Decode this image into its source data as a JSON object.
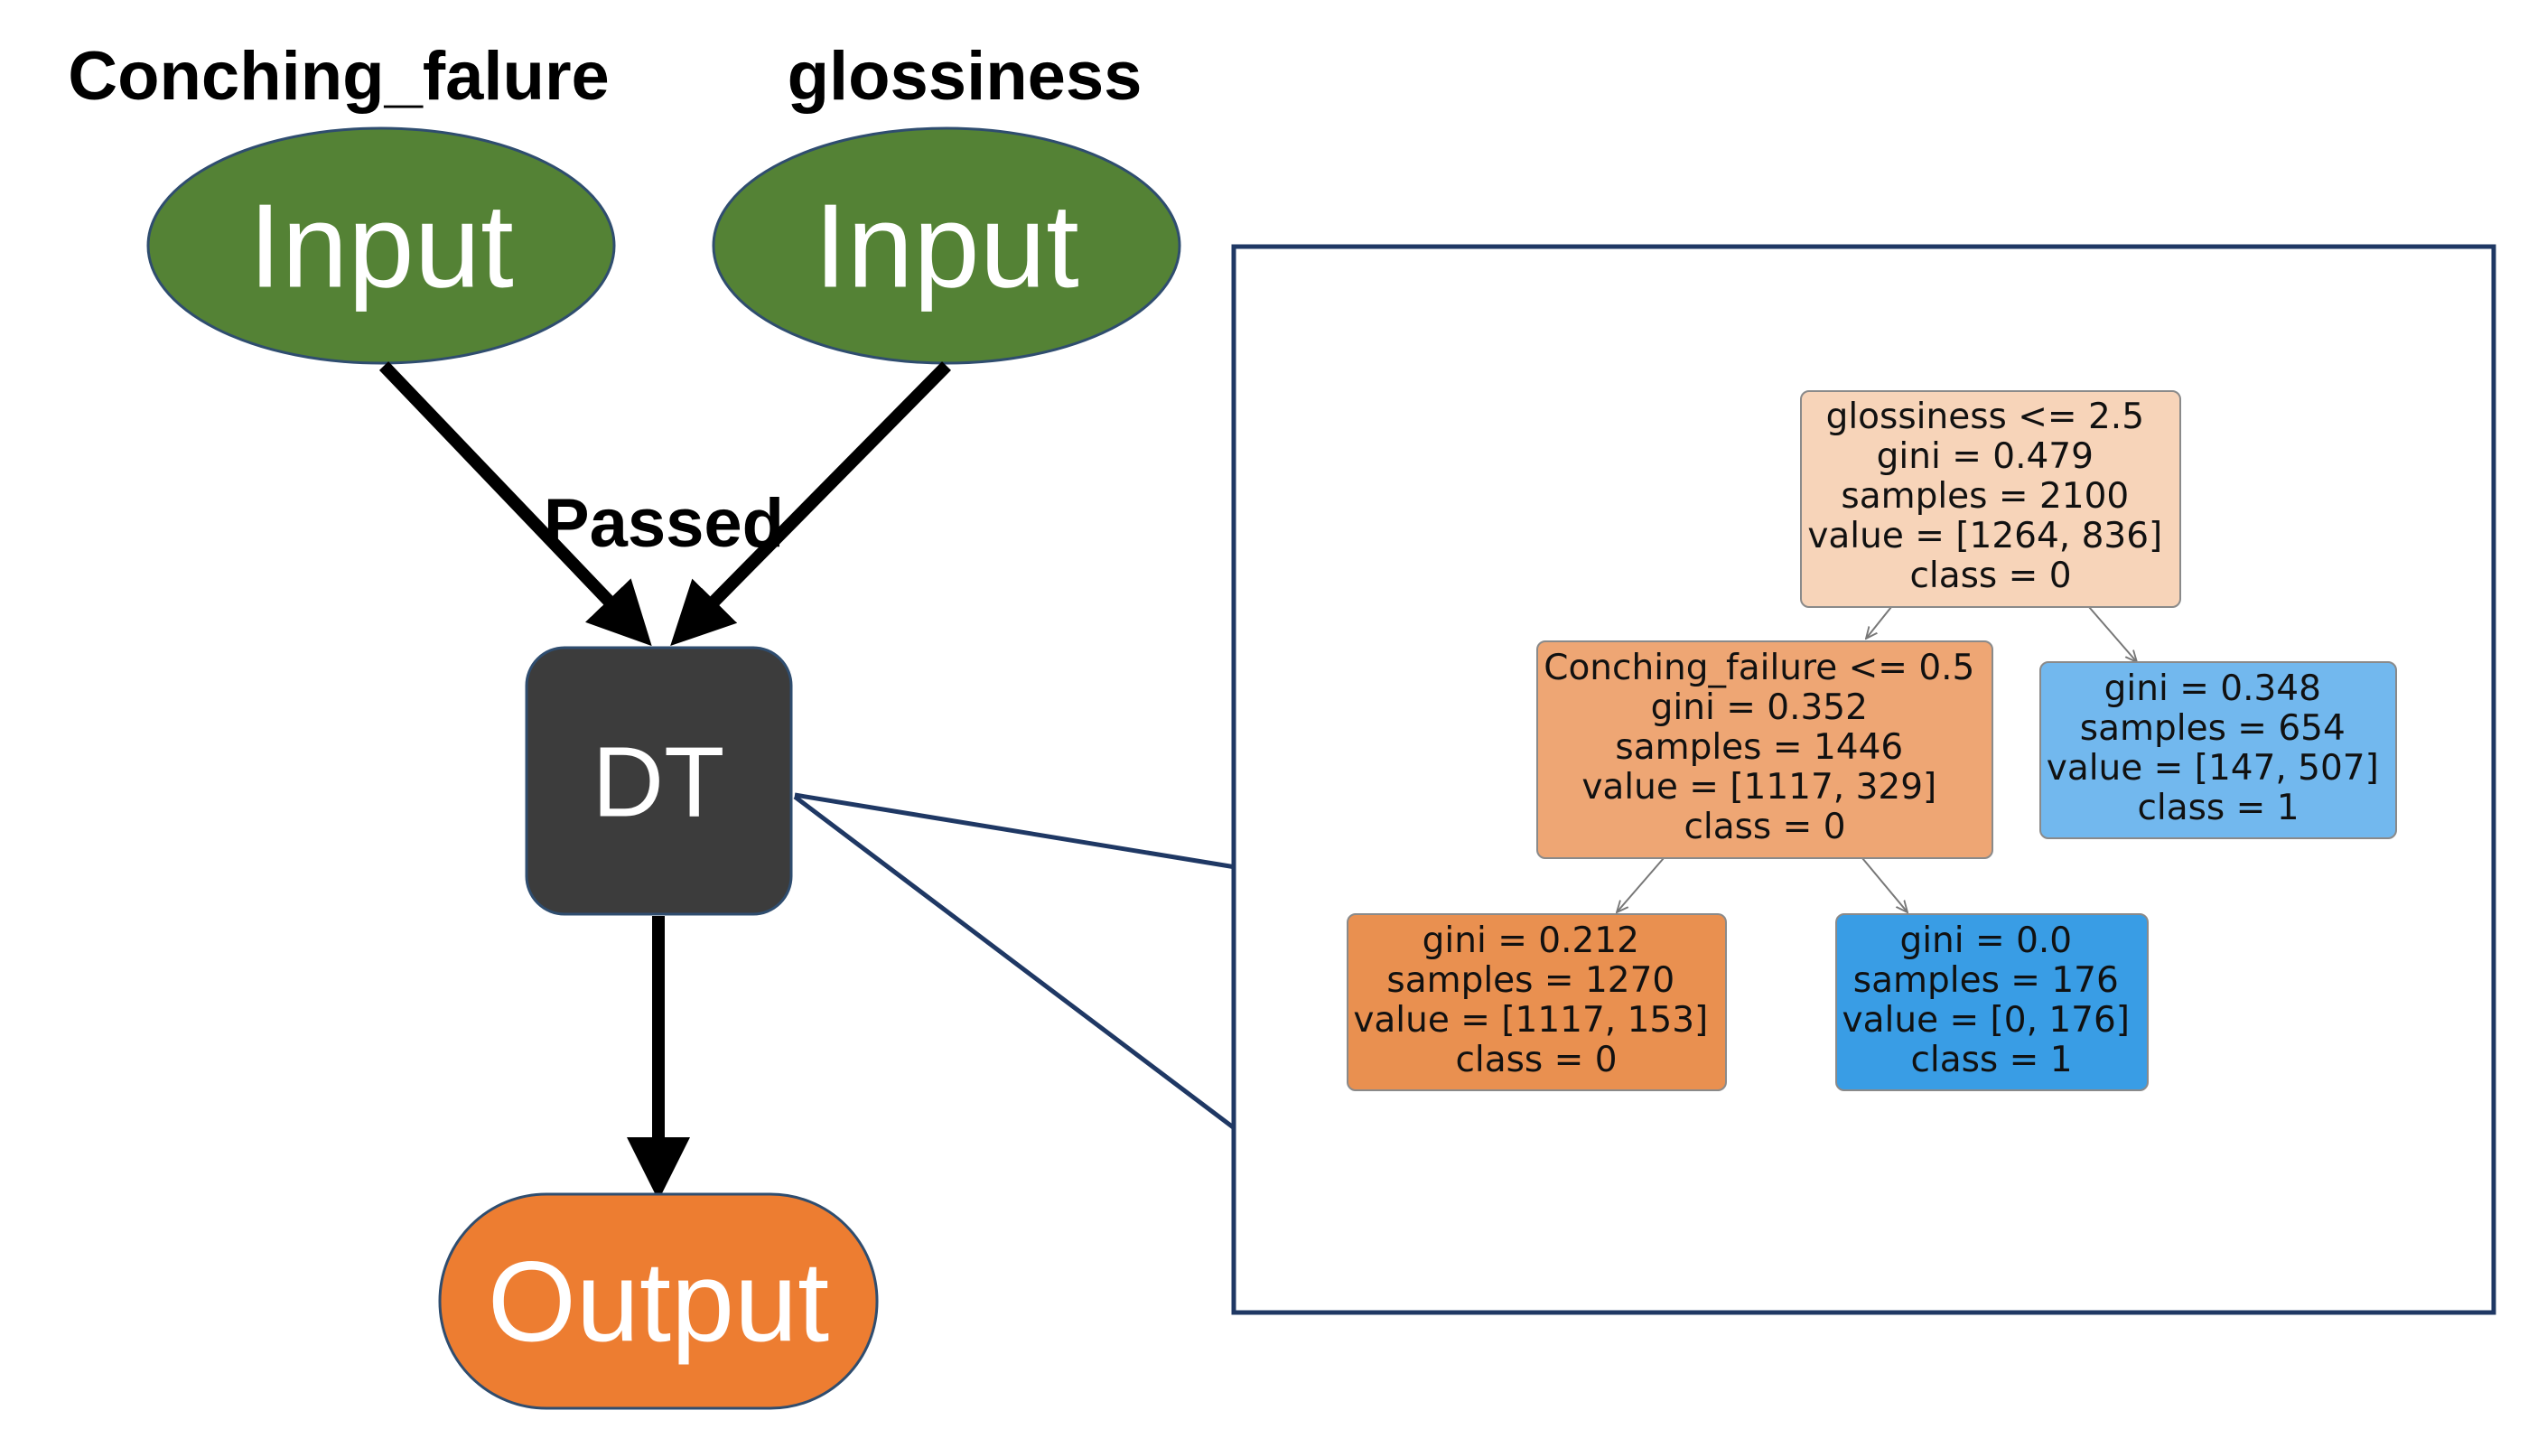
{
  "inputs": [
    {
      "feature": "Conching_falure",
      "label": "Input"
    },
    {
      "feature": "glossiness",
      "label": "Input"
    }
  ],
  "edge_label": "Passed",
  "model": {
    "label": "DT"
  },
  "output": {
    "label": "Output"
  },
  "tree": {
    "root": {
      "lines": [
        "glossiness <= 2.5",
        "gini = 0.479",
        "samples = 2100",
        "value = [1264, 836]",
        "class = 0"
      ]
    },
    "left": {
      "lines": [
        "Conching_failure <= 0.5",
        "gini = 0.352",
        "samples = 1446",
        "value = [1117, 329]",
        "class = 0"
      ]
    },
    "right": {
      "lines": [
        "gini = 0.348",
        "samples = 654",
        "value = [147, 507]",
        "class = 1"
      ]
    },
    "left_left": {
      "lines": [
        "gini = 0.212",
        "samples = 1270",
        "value = [1117, 153]",
        "class = 0"
      ]
    },
    "left_right": {
      "lines": [
        "gini = 0.0",
        "samples = 176",
        "value = [0, 176]",
        "class = 1"
      ]
    }
  },
  "colors": {
    "input_fill": "#548235",
    "model_fill": "#3c3c3c",
    "output_fill": "#ed7d31",
    "node_border": "#2f4d6f",
    "zoom_frame": "#1f3864",
    "root_fill": "#f7d4b9",
    "left_fill": "#eea674",
    "right_fill": "#72b8ee",
    "left_left_fill": "#e99050",
    "left_right_fill": "#399de5"
  }
}
